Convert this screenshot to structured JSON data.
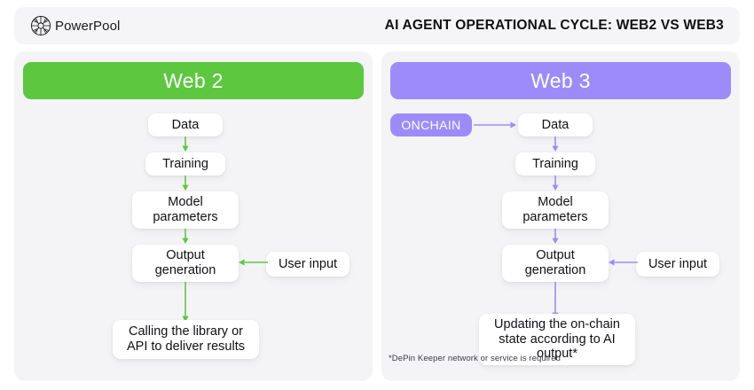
{
  "header": {
    "brand_name": "PowerPool",
    "logo_icon": "powerpool-mosaic-circle-logo",
    "title": "AI AGENT OPERATIONAL CYCLE: WEB2 VS WEB3"
  },
  "colors": {
    "web2_accent": "#5dc83f",
    "web3_accent": "#9e8bfa",
    "panel_bg": "#f4f4f6",
    "header_bg": "#f5f5f7",
    "node_bg": "#ffffff",
    "text": "#111115"
  },
  "panels": [
    {
      "id": "web2",
      "title": "Web 2",
      "accent": "#5dc83f",
      "nodes": [
        {
          "id": "data",
          "label": "Data"
        },
        {
          "id": "training",
          "label": "Training"
        },
        {
          "id": "model",
          "label": "Model\nparameters"
        },
        {
          "id": "output",
          "label": "Output\ngeneration"
        },
        {
          "id": "result",
          "label": "Calling the library or\nAPI to deliver results"
        },
        {
          "id": "user",
          "label": "User input"
        }
      ],
      "edges": [
        {
          "from": "data",
          "to": "training",
          "dir": "down"
        },
        {
          "from": "training",
          "to": "model",
          "dir": "down"
        },
        {
          "from": "model",
          "to": "output",
          "dir": "down"
        },
        {
          "from": "output",
          "to": "result",
          "dir": "down"
        },
        {
          "from": "user",
          "to": "output",
          "dir": "left"
        }
      ]
    },
    {
      "id": "web3",
      "title": "Web 3",
      "accent": "#9e8bfa",
      "badge": "ONCHAIN",
      "nodes": [
        {
          "id": "data",
          "label": "Data"
        },
        {
          "id": "training",
          "label": "Training"
        },
        {
          "id": "model",
          "label": "Model\nparameters"
        },
        {
          "id": "output",
          "label": "Output\ngeneration"
        },
        {
          "id": "result",
          "label": "Updating the on-chain\nstate according to AI\noutput*"
        },
        {
          "id": "user",
          "label": "User input"
        }
      ],
      "edges": [
        {
          "from": "onchain",
          "to": "data",
          "dir": "right"
        },
        {
          "from": "data",
          "to": "training",
          "dir": "down"
        },
        {
          "from": "training",
          "to": "model",
          "dir": "down"
        },
        {
          "from": "model",
          "to": "output",
          "dir": "down"
        },
        {
          "from": "output",
          "to": "result",
          "dir": "down"
        },
        {
          "from": "user",
          "to": "output",
          "dir": "left"
        }
      ],
      "footnote": "*DePin Keeper network or service is required"
    }
  ]
}
